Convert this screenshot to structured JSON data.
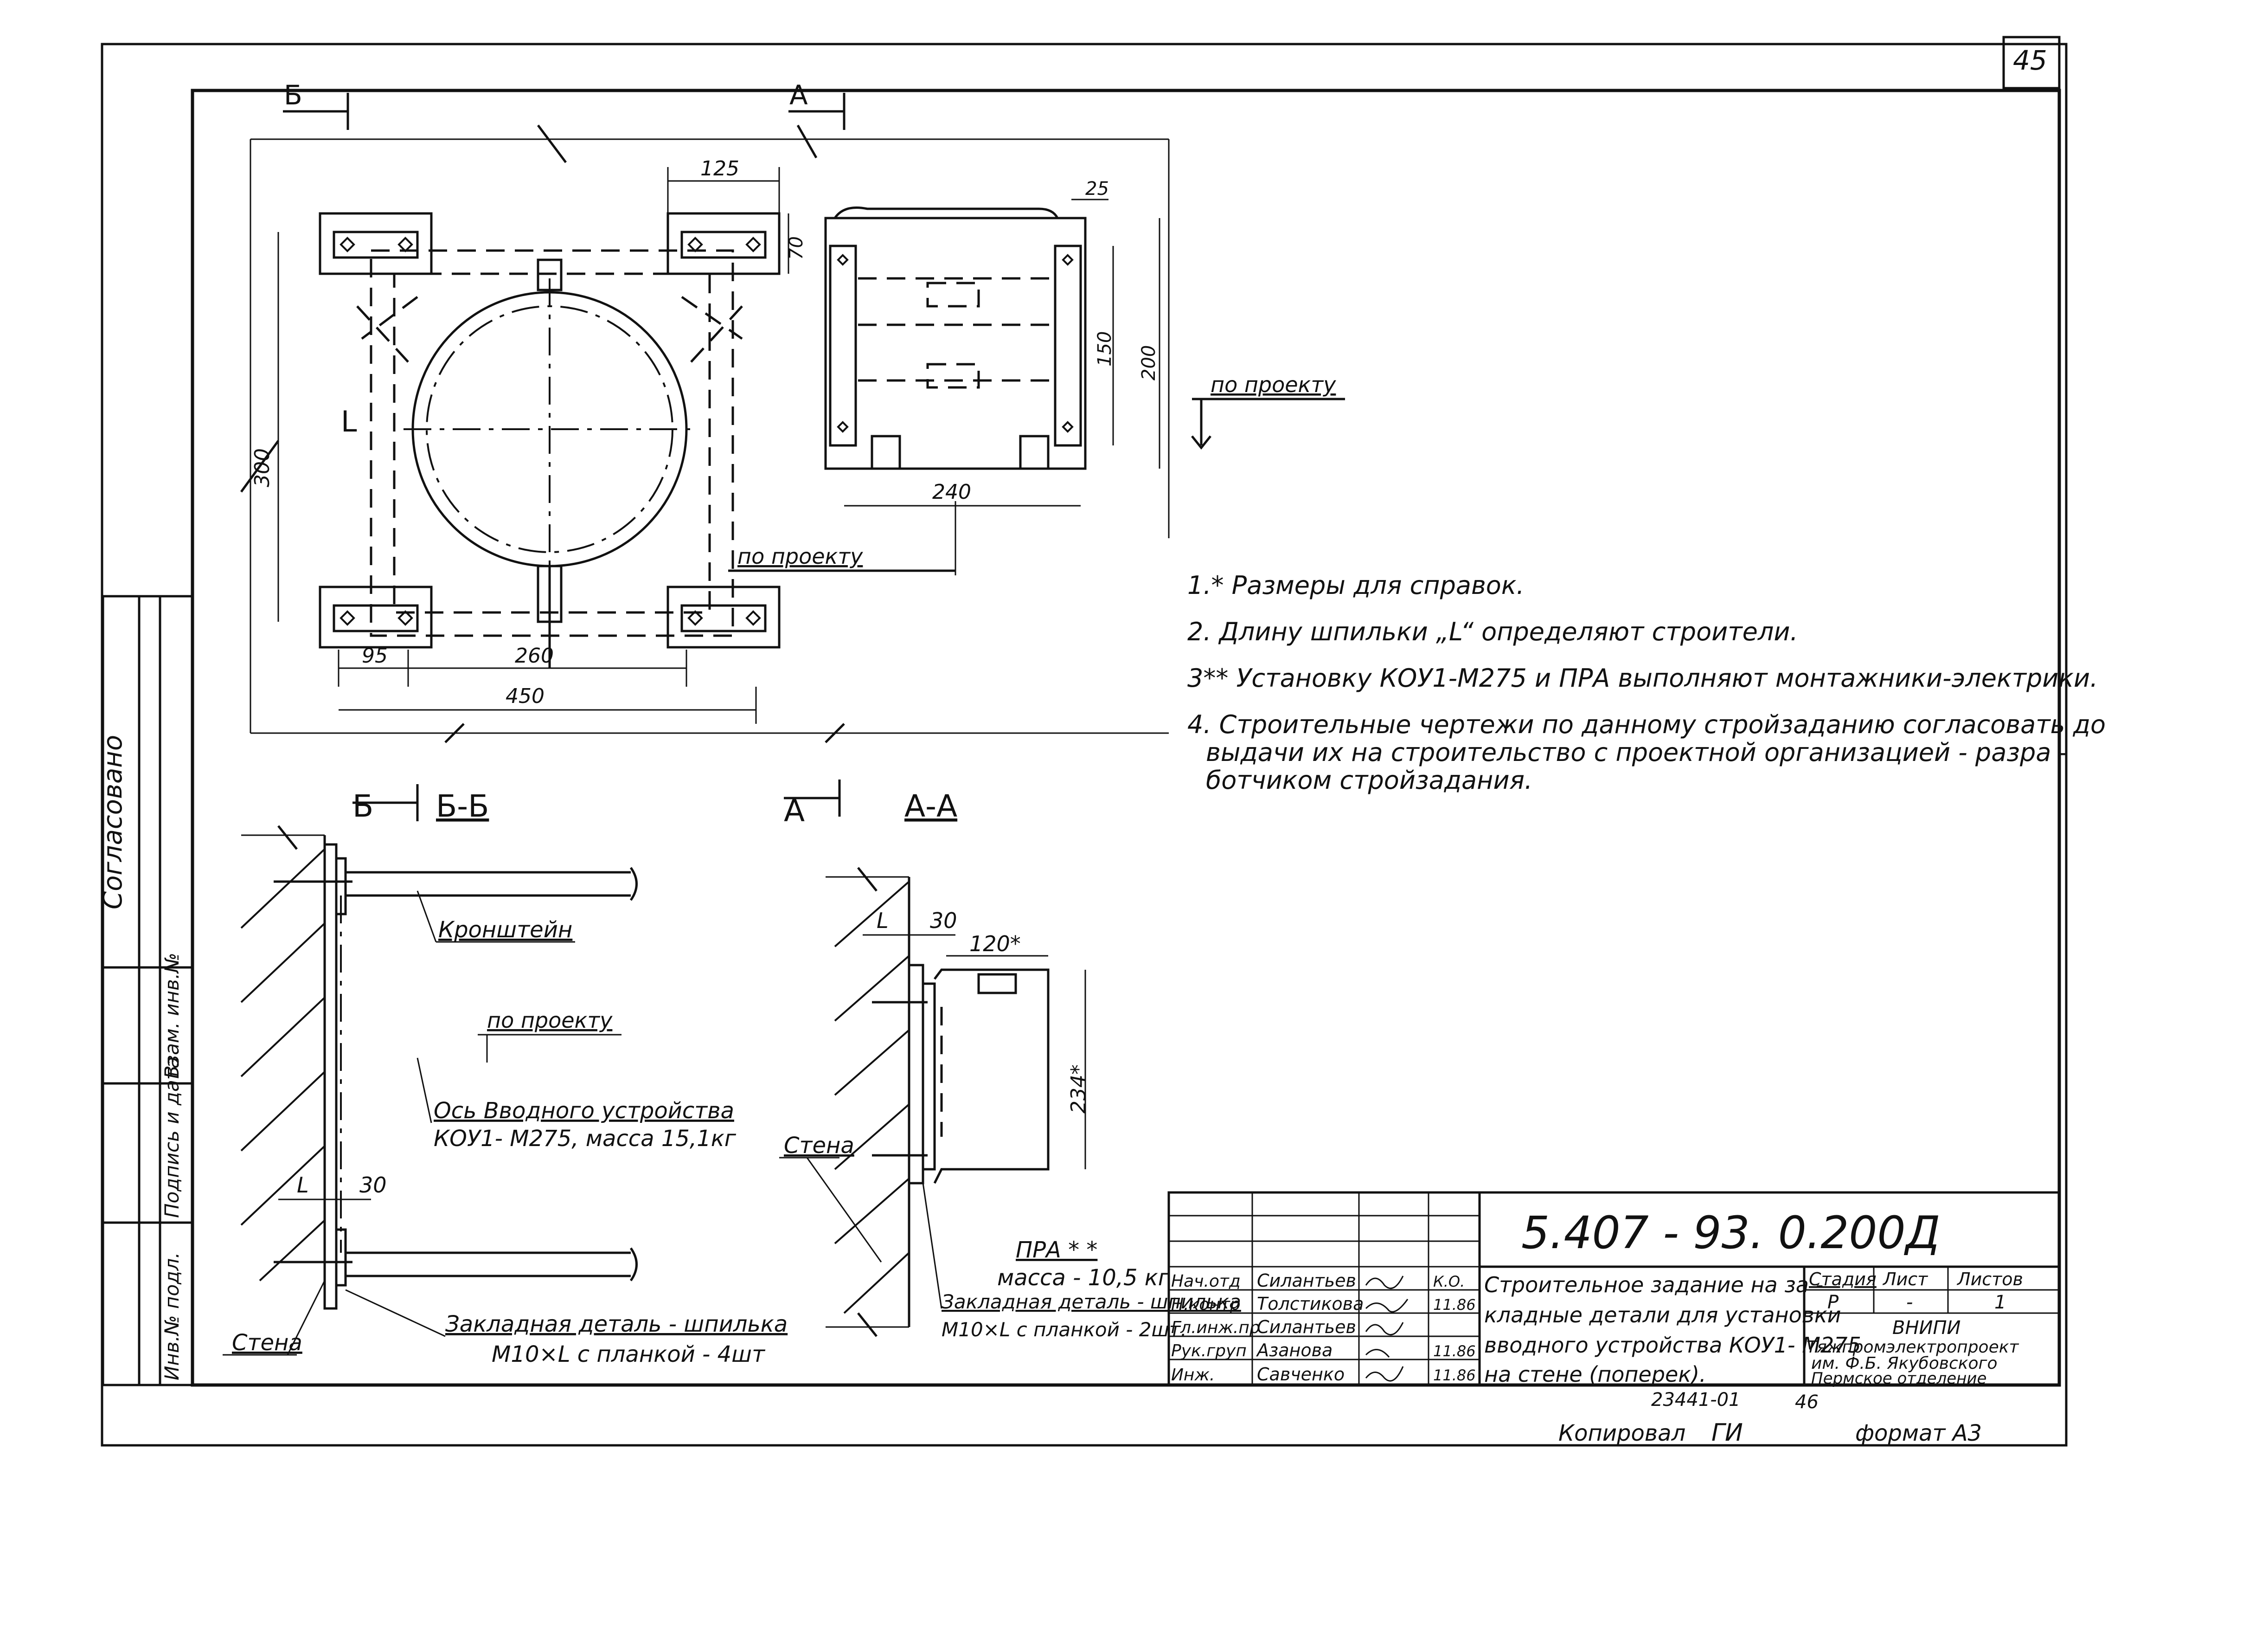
{
  "sheet": {
    "page_number": "45",
    "sheet_index": "46",
    "archive_number": "23441-01",
    "copy_mark": "Копировал",
    "copy_sign": "ГИ",
    "format_label": "формат А3"
  },
  "side_stamp": {
    "agreed": "Согласовано",
    "col_inv_orig": "Инв.№ подл.",
    "col_sign_date": "Подпись и дата",
    "col_replace": "Взам. инв.№"
  },
  "plan_view": {
    "section_mark_b": "Б",
    "section_mark_a": "А",
    "dim_125": "125",
    "dim_70": "70",
    "dim_25": "25",
    "dim_150": "150",
    "dim_200": "200",
    "dim_300": "300",
    "dim_240": "240",
    "dim_95": "95",
    "dim_260": "260",
    "dim_450": "450",
    "label_L": "L",
    "label_po_proektu_top": "по проекту",
    "label_po_proektu_mid": "по проекту"
  },
  "notes": [
    "1.* Размеры для справок.",
    "2. Длину шпильки „L“ определяют строители.",
    "3** Установку КОУ1-М275 и ПРА выполняют монтажники-электрики.",
    "4. Строительные чертежи по данному стройзаданию согласовать до",
    "выдачи их на строительство с проектной организацией - разра -",
    "ботчиком стройзадания."
  ],
  "section_bb": {
    "mark": "Б",
    "title": "Б-Б",
    "label_bracket": "Кронштейн",
    "label_po_proektu": "по проекту",
    "label_axis_line1": "Ось Вводного устройства",
    "label_axis_line2": "КОУ1- М275, масса 15,1кг",
    "label_wall": "Стена",
    "label_wall2": "Стена",
    "dim_L": "L",
    "dim_30": "30",
    "label_embed_line1": "Закладная деталь - шпилька",
    "label_embed_line2": "М10×L с планкой - 4шт"
  },
  "section_aa": {
    "mark": "А",
    "title": "А-А",
    "dim_L": "L",
    "dim_30": "30",
    "dim_120": "120*",
    "dim_234": "234*",
    "label_pra_line1": "ПРА * *",
    "label_pra_line2": "масса - 10,5 кг",
    "label_embed_line1": "Закладная деталь - шпилька",
    "label_embed_line2": "М10×L с планкой - 2шт."
  },
  "title_block": {
    "doc_code": "5.407 - 93. 0.200Д",
    "description_lines": [
      "Строительное задание на за -",
      "кладные детали для установки",
      "вводного устройства КОУ1- М275",
      "на стене (поперек)."
    ],
    "roles": [
      {
        "role": "Нач.отд",
        "name": "Силантьев",
        "date": "К.О."
      },
      {
        "role": "Н.контр",
        "name": "Толстикова",
        "date": "11.86"
      },
      {
        "role": "Гл.инж.пр",
        "name": "Силантьев",
        "date": ""
      },
      {
        "role": "Рук.груп",
        "name": "Азанова",
        "date": "11.86"
      },
      {
        "role": "Инж.",
        "name": "Савченко",
        "date": "11.86"
      }
    ],
    "stage_header": "Стадия",
    "sheet_header": "Лист",
    "sheets_header": "Листов",
    "stage_value": "Р",
    "sheet_value": "-",
    "sheets_value": "1",
    "org_lines": [
      "ВНИПИ",
      "Тяжпромэлектропроект",
      "им. Ф.Б. Якубовского",
      "Пермское отделение"
    ]
  }
}
